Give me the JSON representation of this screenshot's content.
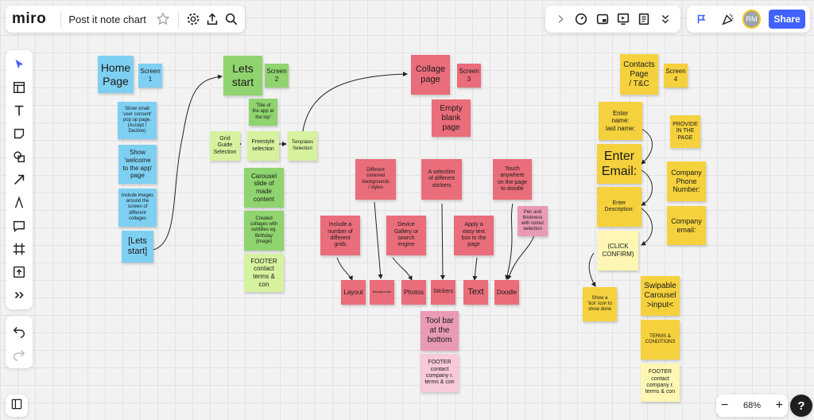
{
  "app": {
    "logo": "miro",
    "board_title": "Post it note chart",
    "share_label": "Share",
    "avatar_initials": "RM",
    "zoom_level": "68%",
    "zoom_minus": "−",
    "zoom_plus": "+",
    "help": "?"
  },
  "colors": {
    "accent": "#4262ff",
    "blue_note": "#7ed0f3",
    "green_note": "#8fd46e",
    "light_green_note": "#d6f29e",
    "red_note": "#e96d7a",
    "pink_note": "#e99ab7",
    "yellow_note": "#f5d13d",
    "light_yellow_note": "#fdf7b3"
  },
  "toolbar_icons": [
    "select-icon",
    "templates-icon",
    "text-icon",
    "sticky-note-icon",
    "shapes-icon",
    "arrow-icon",
    "pen-icon",
    "comment-icon",
    "frame-icon",
    "upload-icon",
    "more-tools-icon"
  ],
  "notes": {
    "home_page": "Home\nPage",
    "screen1": "Screen\n1",
    "consent": "Show small\n'user consent'\npop up page.\n(Accept /\nDecline)",
    "welcome": "Show\n'welcome\nto the app'\npage",
    "include_images": "Include images\naround the\nscreen of\ndifferent\ncollages",
    "lets_start_btn": "[Lets\nstart]",
    "lets_start": "Lets\nstart",
    "screen2": "Screen\n2",
    "title_top": "'Title of\nthe app at\nthe top'",
    "grid_guide": "Grid\nGuide\nSelection",
    "freestyle": "Freestyle\nselection",
    "templates": "Templates\nSelection",
    "carousel": "Carousel\nslide of\nmade\ncontent",
    "created_collages": "Created\ncollages with\nsubtitles eg.\nBirthday\n(image)",
    "footer2": "FOOTER\ncontact\nterms &\ncon",
    "collage_page": "Collage\npage",
    "screen3": "Screen\n3",
    "empty_blank": "Empty\nblank\npage",
    "diff_backgrounds": "Different\ncoloured\nbackgrounds\n/ styles",
    "selection_stickers": "A selection\nof different\nstickers",
    "touch_doodle": "Touch\nanywhere\non the page\nto doodle",
    "pen_thickness": "Pen and\nthickness\nwith colour\nselection",
    "include_grids": "Include a\nnumber of\ndifferent\ngrids",
    "device_gallery": "Device\nGallery or\nsearch\nengine",
    "apply_text": "Apply a\neasy text\nbox to the\npage",
    "layout": "Layout",
    "backgrounds": "Backgrounds",
    "photos": "Photos",
    "stickers": "Stickers",
    "text": "Text",
    "doodle": "Doodle",
    "toolbar_bottom": "Tool bar\nat the\nbottom",
    "footer3": "FOOTER\ncontact\ncompany r.\nterms & con",
    "contacts": "Contacts\nPage\n/ T&C",
    "screen4": "Screen\n4",
    "enter_name": "Enter\nname:\nlast name:",
    "provide": "PROVIDE\nIN THE\nPAGE",
    "enter_email": "Enter\nEmail:",
    "company_phone": "Company\nPhone\nNumber:",
    "enter_desc": "Enter\nDescription:",
    "company_email": "Company\nemail:",
    "click_confirm": "(CLICK\nCONFIRM)",
    "show_tick": "Show a\n'tick' icon to\nshow done",
    "swipable": "Swipable\nCarousel\n>input<",
    "terms": "TERMS &\nCONDITIONS",
    "footer4": "FOOTER\ncontact\ncompany r.\nterms & con"
  }
}
